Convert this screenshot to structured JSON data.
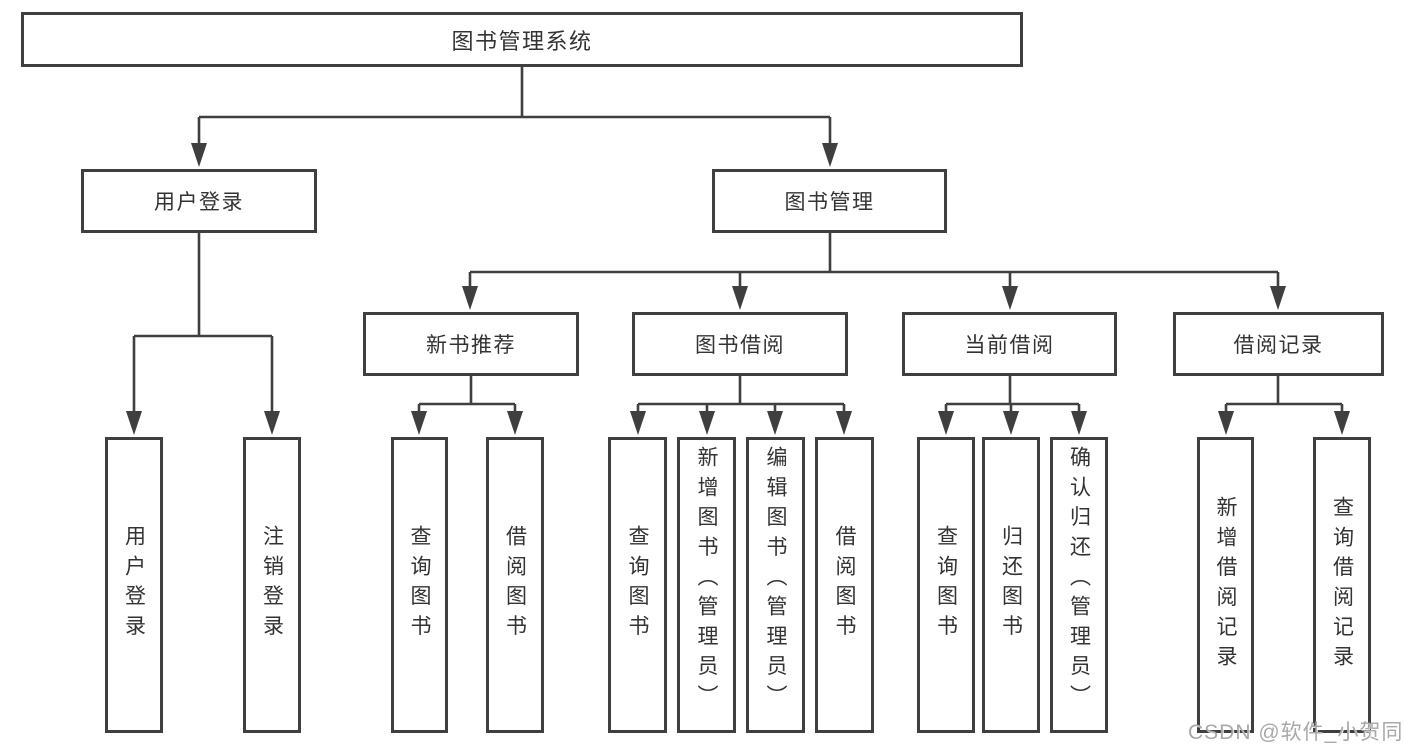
{
  "title": "图书管理系统",
  "level2": {
    "user_login": "用户登录",
    "book_mgmt": "图书管理"
  },
  "level3": {
    "new_rec": "新书推荐",
    "borrow": "图书借阅",
    "current": "当前借阅",
    "record": "借阅记录"
  },
  "leaves": {
    "login": [
      "用户登录",
      "注销登录"
    ],
    "new_rec": [
      "查询图书",
      "借阅图书"
    ],
    "borrow": [
      "查询图书",
      "新增图书（管理员）",
      "编辑图书（管理员）",
      "借阅图书"
    ],
    "current": [
      "查询图书",
      "归还图书",
      "确认归还（管理员）"
    ],
    "record": [
      "新增借阅记录",
      "查询借阅记录"
    ]
  },
  "watermark": "CSDN @软件_小贺同学",
  "colors": {
    "line": "#3f3f3f",
    "text": "#333333",
    "background": "#ffffff",
    "watermark": "#a8a8a8"
  }
}
